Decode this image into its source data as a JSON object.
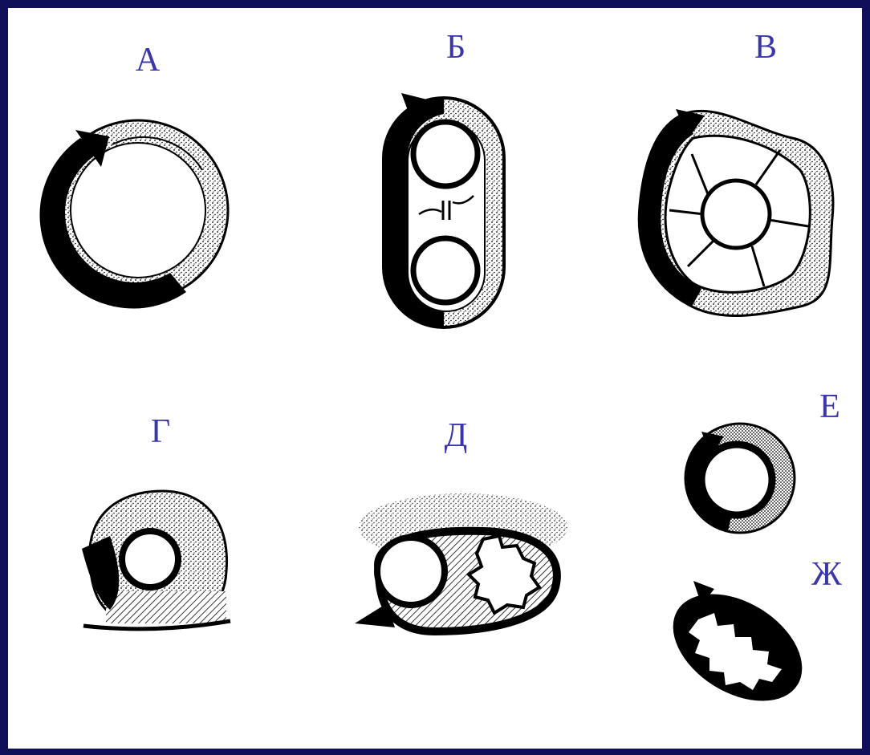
{
  "labels": {
    "a": "А",
    "b": "Б",
    "v": "В",
    "g": "Г",
    "d": "Д",
    "e": "Е",
    "zh": "Ж"
  },
  "colors": {
    "border": "#0f0f5a",
    "background": "#ffffff",
    "label": "#3a35a8",
    "ink": "#000000"
  }
}
